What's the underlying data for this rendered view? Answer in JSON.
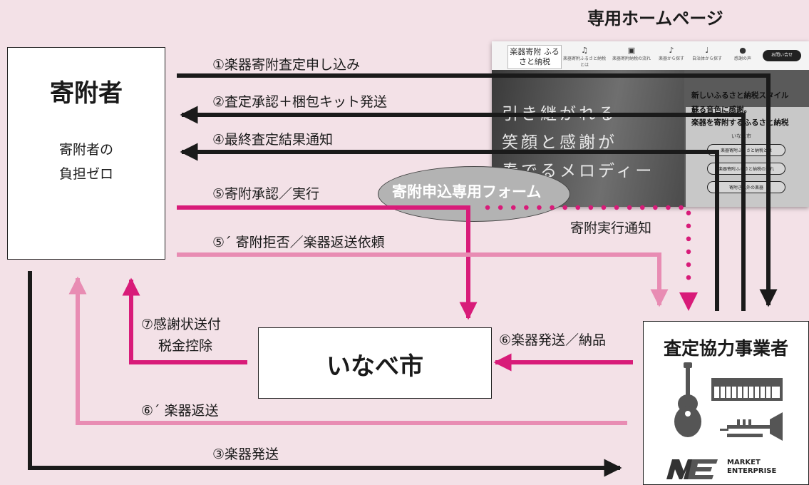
{
  "site": {
    "heading": "専用ホームページ",
    "logo_text": "楽器寄附 ふるさと納税",
    "nav": [
      "楽器寄附ふるさと納税とは",
      "楽器寄附納税の流れ",
      "楽器から探す",
      "自治体から探す",
      "感謝の声"
    ],
    "contact_button": "お問い合せ",
    "hero_lines": [
      "引き継がれる",
      "笑顔と感謝が",
      "奏でるメロディー"
    ],
    "panel_lines": [
      "新しいふるさと納税スタイル",
      "蘇る音色に感謝。",
      "楽器を寄附するふるさと納税"
    ],
    "panel_city": "いなべ市",
    "panel_buttons": [
      "楽器寄附ふるさと納税とは",
      "楽器寄附ふるさと納税の流れ",
      "寄附き以外の楽器"
    ]
  },
  "nodes": {
    "donor": {
      "title": "寄附者",
      "line1": "寄附者の",
      "line2": "負担ゼロ"
    },
    "city": {
      "title": "いなべ市"
    },
    "partner": {
      "title": "査定協力事業者",
      "logo_text_1": "MARKET",
      "logo_text_2": "ENTERPRISE"
    },
    "form": {
      "label": "寄附申込専用フォーム"
    }
  },
  "flows": {
    "f1": "①楽器寄附査定申し込み",
    "f2": "②査定承認＋梱包キット発送",
    "f4": "④最終査定結果通知",
    "f5": "⑤寄附承認／実行",
    "f5b": "⑤´ 寄附拒否／楽器返送依頼",
    "notice": "寄附実行通知",
    "f7_line1": "⑦感謝状送付",
    "f7_line2": "税金控除",
    "f6": "⑥楽器発送／納品",
    "f6b": "⑥´ 楽器返送",
    "f3": "③楽器発送"
  },
  "colors": {
    "black": "#1a1a1a",
    "magenta": "#d81b79",
    "pink": "#e88cb3",
    "background": "#f3e1e7"
  }
}
